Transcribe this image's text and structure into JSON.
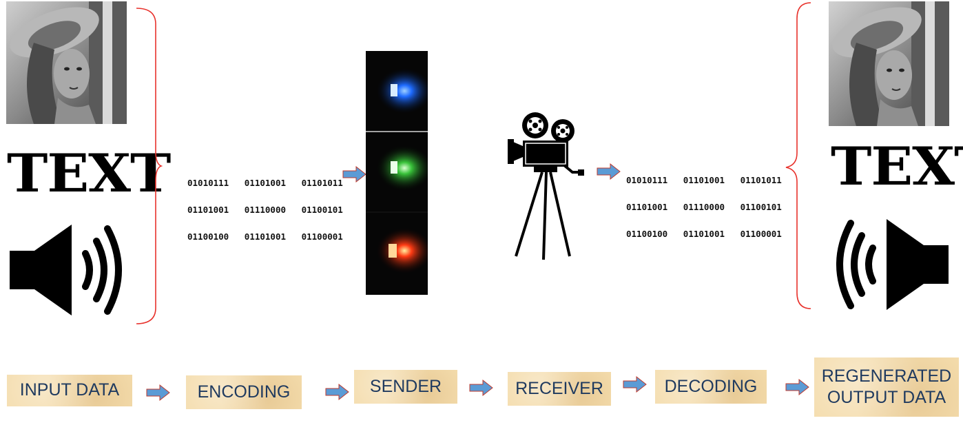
{
  "input_side": {
    "text_label": "TEXT",
    "icons": [
      "portrait-image-icon",
      "speaker-icon"
    ]
  },
  "binary_block": {
    "rows": [
      [
        "01010111",
        "01101001",
        "01101011"
      ],
      [
        "01101001",
        "01110000",
        "01100101"
      ],
      [
        "01100100",
        "01101001",
        "01100001"
      ]
    ]
  },
  "output_side": {
    "text_label": "TEXT",
    "icons": [
      "portrait-image-icon",
      "speaker-icon"
    ]
  },
  "led_colors": [
    "#1e6bff",
    "#39c23a",
    "#ff3b14"
  ],
  "accent_colors": {
    "brace": "#e8312b",
    "arrow_fill": "#5b9bd5",
    "arrow_stroke": "#c0392b",
    "stage_bg": "#f4dcac",
    "stage_text": "#1f3a5f"
  },
  "stages": [
    {
      "label": "INPUT DATA"
    },
    {
      "label": "ENCODING"
    },
    {
      "label": "SENDER"
    },
    {
      "label": "RECEIVER"
    },
    {
      "label": "DECODING"
    },
    {
      "label": "REGENERATED OUTPUT DATA"
    }
  ]
}
